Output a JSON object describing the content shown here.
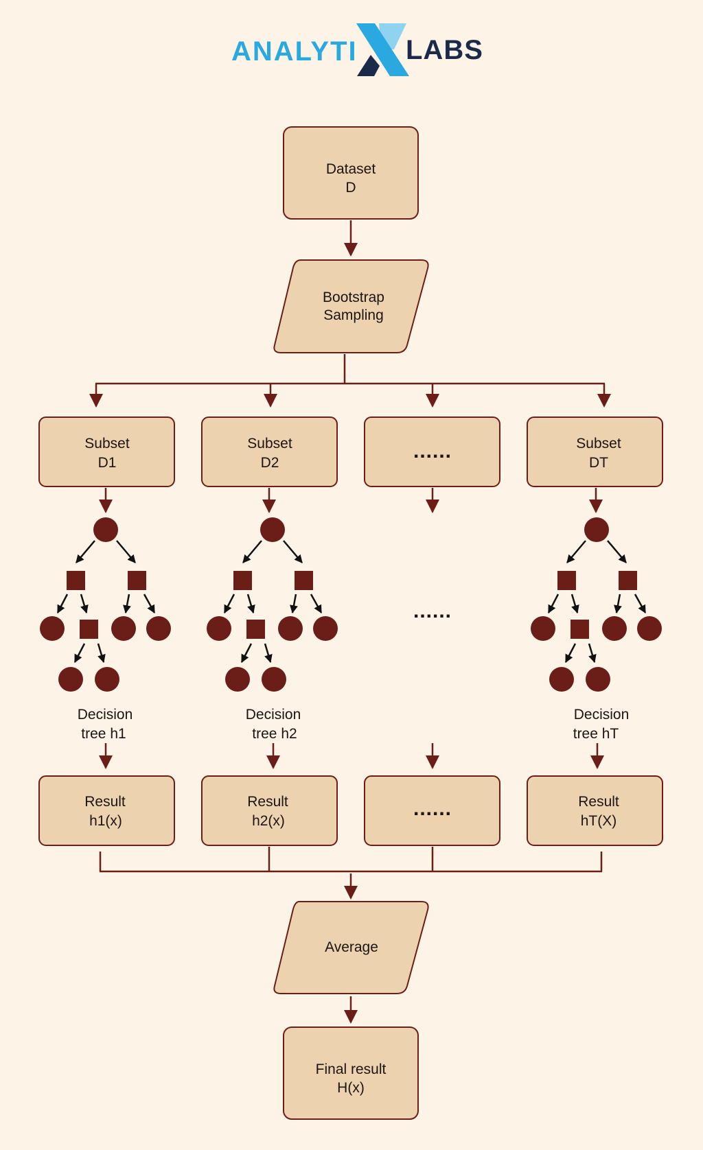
{
  "logo": {
    "part1": "ANALYTI",
    "x_letter": "X",
    "part2": "LABS"
  },
  "colors": {
    "box_fill": "#ecd2ae",
    "stroke": "#6b1e17",
    "node": "#6b1e17",
    "background": "#fdf3e7",
    "logo_blue": "#2aa9e0",
    "logo_navy": "#1c2a4a"
  },
  "dataset": {
    "line1": "Dataset",
    "line2": "D"
  },
  "bootstrap": {
    "line1": "Bootstrap",
    "line2": "Sampling"
  },
  "subsets": [
    {
      "line1": "Subset",
      "line2": "D1"
    },
    {
      "line1": "Subset",
      "line2": "D2"
    },
    {
      "ellipsis": "......"
    },
    {
      "line1": "Subset",
      "line2": "DT"
    }
  ],
  "tree_ellipsis": "......",
  "tree_labels": [
    {
      "line1": "Decision",
      "line2": "tree h1"
    },
    {
      "line1": "Decision",
      "line2": "tree h2"
    },
    {
      "line1": "Decision",
      "line2": "tree hT"
    }
  ],
  "results": [
    {
      "line1": "Result",
      "line2": "h1(x)"
    },
    {
      "line1": "Result",
      "line2": "h2(x)"
    },
    {
      "ellipsis": "......"
    },
    {
      "line1": "Result",
      "line2": "hT(X)"
    }
  ],
  "average": {
    "label": "Average"
  },
  "final": {
    "line1": "Final result",
    "line2": "H(x)"
  }
}
